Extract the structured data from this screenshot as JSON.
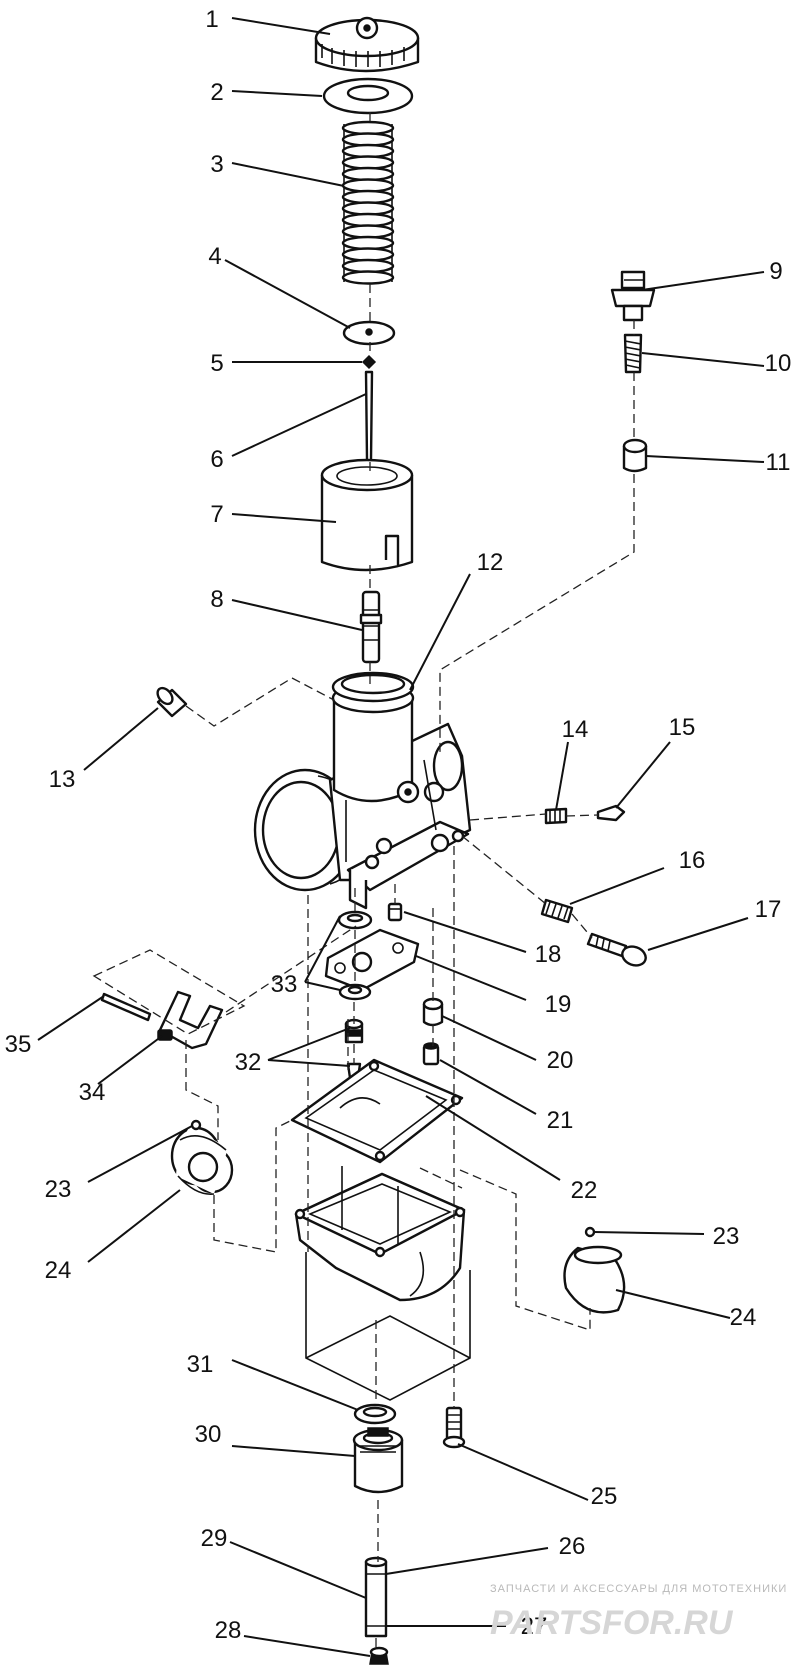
{
  "callouts": [
    {
      "id": "c1",
      "text": "1"
    },
    {
      "id": "c2",
      "text": "2"
    },
    {
      "id": "c3",
      "text": "3"
    },
    {
      "id": "c4",
      "text": "4"
    },
    {
      "id": "c5",
      "text": "5"
    },
    {
      "id": "c6",
      "text": "6"
    },
    {
      "id": "c7",
      "text": "7"
    },
    {
      "id": "c8",
      "text": "8"
    },
    {
      "id": "c9",
      "text": "9"
    },
    {
      "id": "c10",
      "text": "10"
    },
    {
      "id": "c11",
      "text": "11"
    },
    {
      "id": "c12",
      "text": "12"
    },
    {
      "id": "c13",
      "text": "13"
    },
    {
      "id": "c14",
      "text": "14"
    },
    {
      "id": "c15",
      "text": "15"
    },
    {
      "id": "c16",
      "text": "16"
    },
    {
      "id": "c17",
      "text": "17"
    },
    {
      "id": "c18",
      "text": "18"
    },
    {
      "id": "c19",
      "text": "19"
    },
    {
      "id": "c20",
      "text": "20"
    },
    {
      "id": "c21",
      "text": "21"
    },
    {
      "id": "c22",
      "text": "22"
    },
    {
      "id": "c23a",
      "text": "23"
    },
    {
      "id": "c23b",
      "text": "23"
    },
    {
      "id": "c24a",
      "text": "24"
    },
    {
      "id": "c24b",
      "text": "24"
    },
    {
      "id": "c25",
      "text": "25"
    },
    {
      "id": "c26",
      "text": "26"
    },
    {
      "id": "c27",
      "text": "27"
    },
    {
      "id": "c28",
      "text": "28"
    },
    {
      "id": "c29",
      "text": "29"
    },
    {
      "id": "c30",
      "text": "30"
    },
    {
      "id": "c31",
      "text": "31"
    },
    {
      "id": "c32",
      "text": "32"
    },
    {
      "id": "c33",
      "text": "33"
    },
    {
      "id": "c34",
      "text": "34"
    },
    {
      "id": "c35",
      "text": "35"
    }
  ],
  "watermark": {
    "tagline": "ЗАПЧАСТИ И АКСЕССУАРЫ ДЛЯ МОТОТЕХНИКИ",
    "logo": "PARTSFOR.RU"
  }
}
